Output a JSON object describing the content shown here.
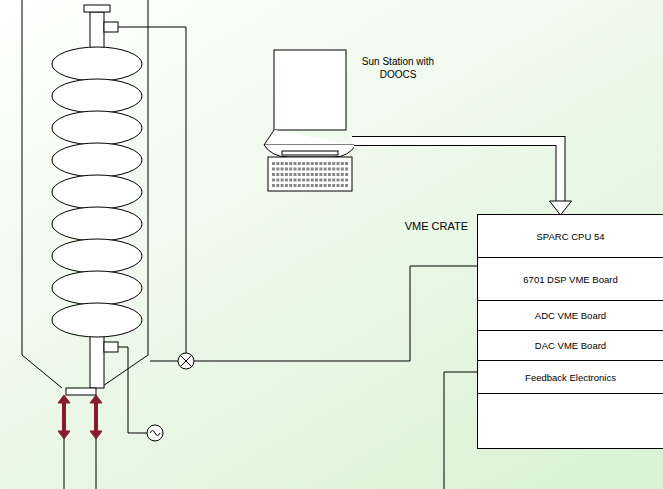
{
  "diagram": {
    "nodes": [
      {
        "text": [
          "Sun Station with DOOCS"
        ]
      },
      {
        "text": [
          "VME CRATE"
        ]
      },
      {
        "text": [
          "SPARC CPU 54"
        ],
        "in": 1
      },
      {
        "text": [
          "6701 DSP VME Board"
        ],
        "in": 1
      },
      {
        "text": [
          "ADC VME Board"
        ],
        "in": 1
      },
      {
        "text": [
          "DAC VME Board"
        ],
        "in": 1
      },
      {
        "text": [
          "Feedback Electronics"
        ],
        "in": 1
      }
    ],
    "edges": [
      {
        "from": 0,
        "to": 2,
        "arrow": "to"
      }
    ]
  }
}
